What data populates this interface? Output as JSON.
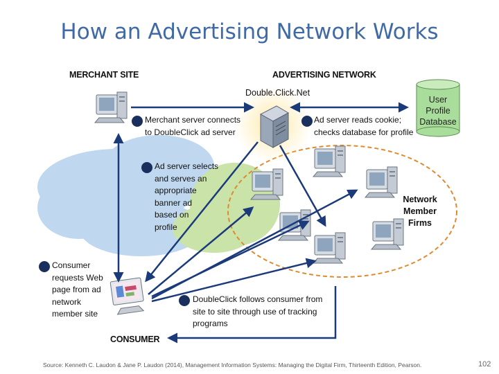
{
  "title": "How an Advertising Network Works",
  "labels": {
    "merchant_site": "MERCHANT SITE",
    "advertising_network": "ADVERTISING NETWORK",
    "doubleclick": "Double.Click.Net",
    "consumer": "CONSUMER",
    "network_member_firms": [
      "Network",
      "Member",
      "Firms"
    ],
    "database": [
      "User",
      "Profile",
      "Database"
    ]
  },
  "steps": {
    "merchant_connects": [
      "Merchant server connects",
      "to DoubleClick ad server"
    ],
    "reads_cookie": [
      "Ad server reads cookie;",
      "checks database for profile"
    ],
    "selects_ad": [
      "Ad server selects",
      "and serves an",
      "appropriate",
      "banner ad",
      "based on",
      "profile"
    ],
    "consumer_requests": [
      "Consumer",
      "requests Web",
      "page from ad",
      "network",
      "member site"
    ],
    "follows_consumer": [
      "DoubleClick follows consumer from",
      "site to site through use of tracking",
      "programs"
    ]
  },
  "footer": {
    "source": "Source: Kenneth C. Laudon & Jane P. Laudon (2014), Management Information Systems: Managing the Digital Firm, Thirteenth Edition, Pearson.",
    "page_number": "102"
  },
  "colors": {
    "title": "#3f6aa6",
    "arrow": "#1b3a7a",
    "bullet": "#1b2f5e",
    "cloud_blue": "#bfd8ef",
    "cloud_green": "#c9e3a8",
    "dashed_ellipse": "#e08a2e",
    "database_green": "#a9dd9b"
  }
}
